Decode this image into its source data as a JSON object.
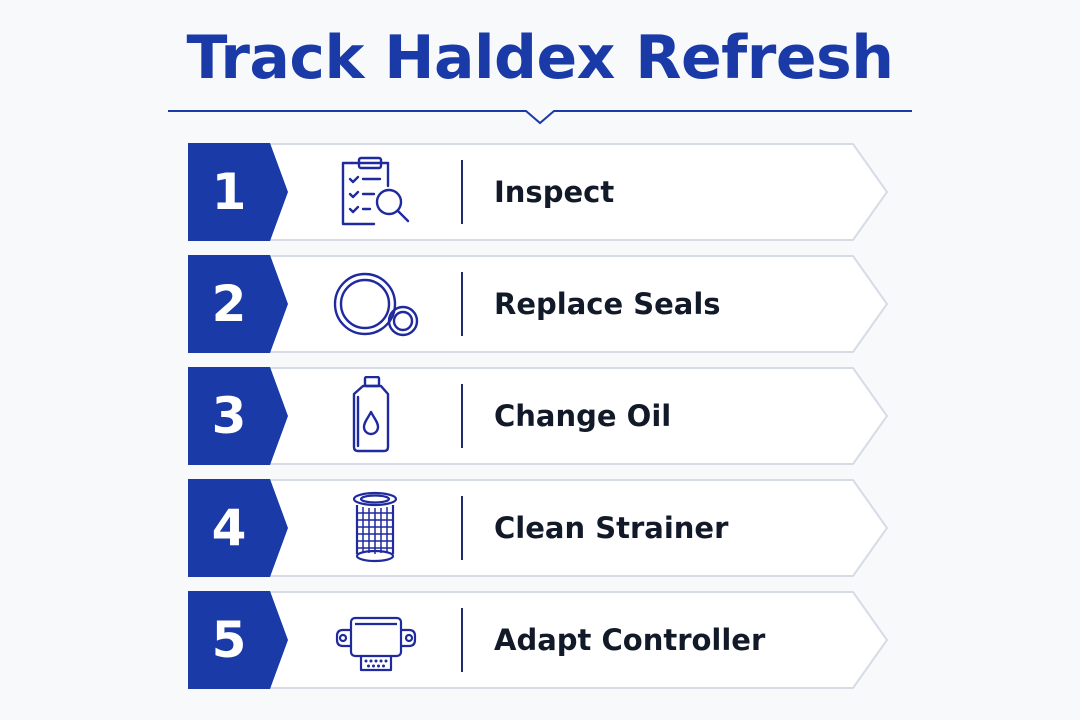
{
  "title": "Track Haldex Refresh",
  "colors": {
    "accent": "#1a3aa8",
    "icon": "#1f2a9e",
    "text": "#121a2a",
    "card_border": "#d6dbe6",
    "background": "#f8f9fa"
  },
  "steps": [
    {
      "number": "1",
      "label": "Inspect",
      "icon": "clipboard-magnifier-icon"
    },
    {
      "number": "2",
      "label": "Replace Seals",
      "icon": "seal-rings-icon"
    },
    {
      "number": "3",
      "label": "Change Oil",
      "icon": "oil-bottle-icon"
    },
    {
      "number": "4",
      "label": "Clean Strainer",
      "icon": "strainer-filter-icon"
    },
    {
      "number": "5",
      "label": "Adapt Controller",
      "icon": "control-module-icon"
    }
  ]
}
